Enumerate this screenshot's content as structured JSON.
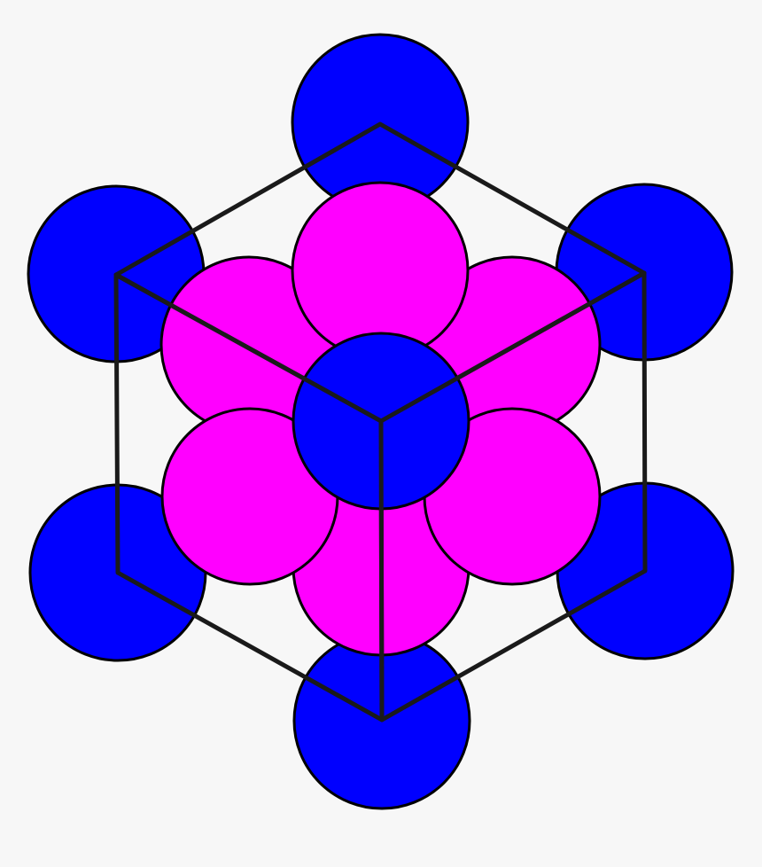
{
  "diagram": {
    "kind": "face-centered cubic unit cell",
    "colors": {
      "background": "#f7f7f7",
      "corner_atom": "#0000ff",
      "face_atom": "#ff00ff",
      "outline": "#000000",
      "cube_edge": "#1a1a1a"
    },
    "corner_atoms": [
      {
        "id": "top"
      },
      {
        "id": "upper-left"
      },
      {
        "id": "upper-right"
      },
      {
        "id": "lower-left"
      },
      {
        "id": "lower-right"
      },
      {
        "id": "bottom"
      },
      {
        "id": "center-front"
      }
    ],
    "face_atoms": [
      {
        "id": "top-face"
      },
      {
        "id": "upper-left-face"
      },
      {
        "id": "upper-right-face"
      },
      {
        "id": "lower-left-face"
      },
      {
        "id": "lower-right-face"
      },
      {
        "id": "bottom-face"
      }
    ]
  }
}
